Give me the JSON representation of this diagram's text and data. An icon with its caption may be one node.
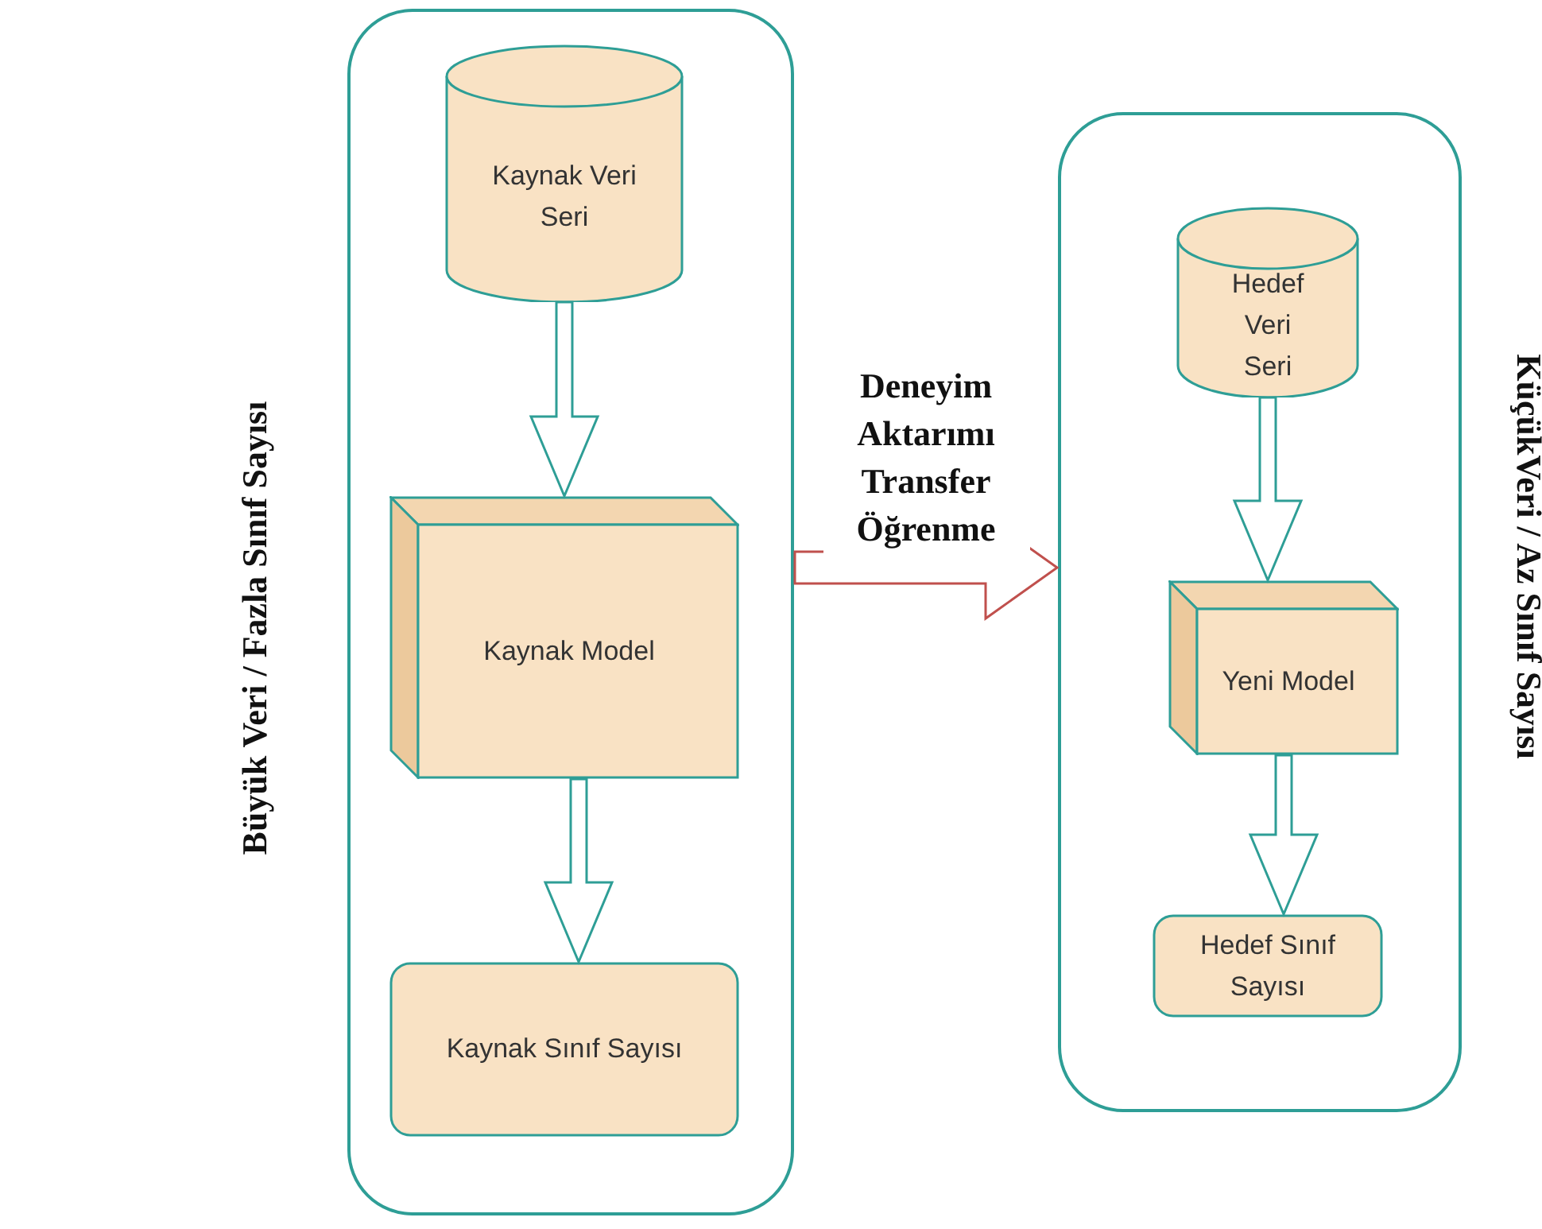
{
  "diagram": {
    "nodes": [
      {
        "text": [],
        "shape": "box",
        "beside": [
          "Büyük Veri / Fazla Sınıf Sayısı"
        ]
      },
      {
        "text": [
          "Kaynak Veri Seri"
        ],
        "in": 0
      },
      {
        "text": [
          "Kaynak Model"
        ],
        "in": 0
      },
      {
        "text": [
          "Kaynak Sınıf Sayısı"
        ],
        "in": 0
      },
      {
        "text": [],
        "shape": "box",
        "beside": [
          "KüçükVeri / Az Sınıf Sayısı"
        ]
      },
      {
        "text": [
          "Hedef Veri Seri"
        ],
        "in": 4
      },
      {
        "text": [
          "Yeni Model"
        ],
        "in": 4
      },
      {
        "text": [
          "Hedef Sınıf Sayısı"
        ],
        "in": 4
      }
    ],
    "edges": [
      {
        "from": 1,
        "to": 2,
        "arrow": "to"
      },
      {
        "from": 2,
        "to": 3,
        "arrow": "to"
      },
      {
        "from": 5,
        "to": 6,
        "arrow": "to"
      },
      {
        "from": 6,
        "to": 7,
        "arrow": "to"
      },
      {
        "from": 0,
        "to": 4,
        "arrow": "to",
        "label": "Deneyim Aktarımı Transfer Öğrenme",
        "color": "#c0504d"
      }
    ]
  }
}
